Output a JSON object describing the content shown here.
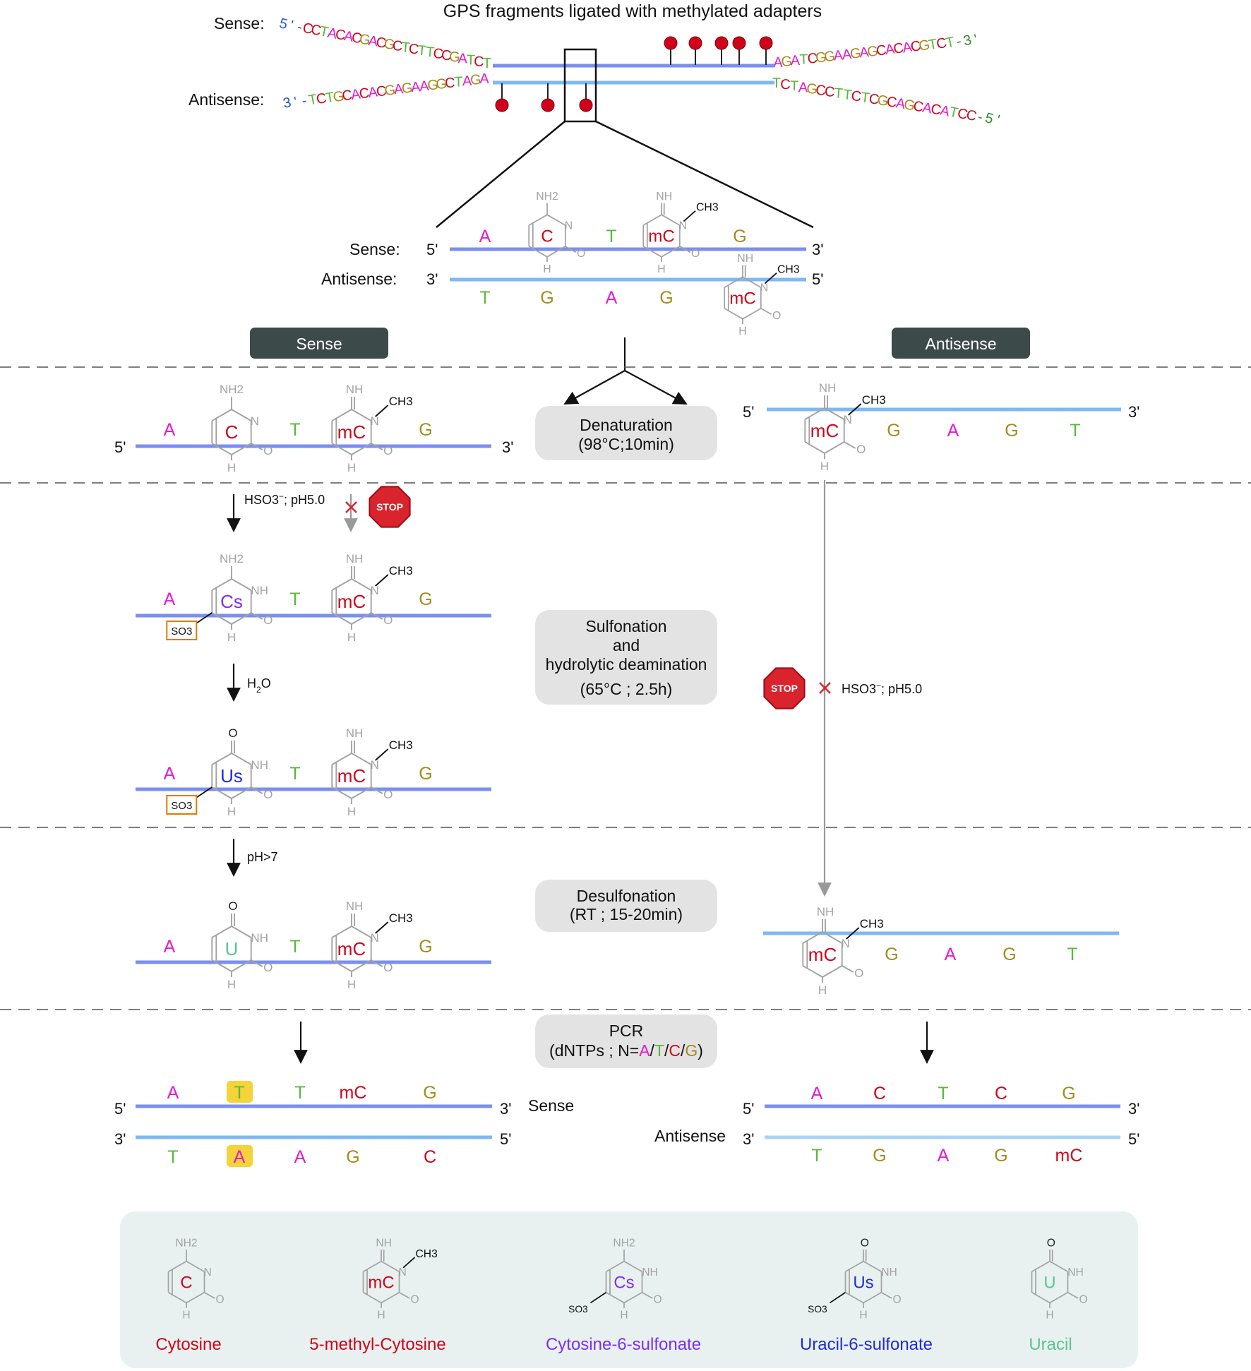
{
  "title": "GPS fragments ligated with methylated adapters",
  "top": {
    "sense_label": "Sense:",
    "antisense_label": "Antisense:",
    "left_sense_seq": "5'-CCTACACGACGCTCTTCCGATCT",
    "left_antisense_seq": "3'-TCTGCACACGAGAAGGCTAGA",
    "right_sense_seq": "AGATCGGAAGAGCACACGTCT-3'",
    "right_antisense_seq": "TCTAGCCTTCTCGCAGCACATCC-5'"
  },
  "zoom": {
    "sense_label": "Sense:",
    "antisense_label": "Antisense:",
    "five": "5'",
    "three": "3'",
    "sense_bases": [
      "A",
      "C",
      "T",
      "mC",
      "G"
    ],
    "antisense_bases": [
      "T",
      "G",
      "A",
      "G",
      "mC"
    ]
  },
  "chem": {
    "nh2": "NH2",
    "nh": "NH",
    "n": "N",
    "h": "H",
    "o": "O",
    "ch3": "CH3",
    "so3": "SO3"
  },
  "badges": {
    "sense": "Sense",
    "antisense": "Antisense"
  },
  "steps": {
    "denaturation": {
      "line1": "Denaturation",
      "line2": "(98°C;10min)"
    },
    "sulfonation": {
      "line1": "Sulfonation",
      "line2": "and",
      "line3": "hydrolytic deamination",
      "line4": "(65°C ; 2.5h)"
    },
    "desulfonation": {
      "line1": "Desulfonation",
      "line2": "(RT ; 15-20min)"
    },
    "pcr": {
      "line1": "PCR",
      "line2_prefix": "(dNTPs ; N=",
      "line2_suffix": ")",
      "n_bases": [
        "A",
        "T",
        "C",
        "G"
      ]
    }
  },
  "conditions": {
    "bisulfite": "HSO3",
    "bisulfite_ph": "; pH5.0",
    "water": "H2O",
    "alkaline": "pH>7"
  },
  "stop_sign": "STOP",
  "sense_rows": {
    "denat": [
      "A",
      "C",
      "T",
      "mC",
      "G"
    ],
    "sulf": [
      "A",
      "Cs",
      "T",
      "mC",
      "G"
    ],
    "deam": [
      "A",
      "Us",
      "T",
      "mC",
      "G"
    ],
    "desulf": [
      "A",
      "U",
      "T",
      "mC",
      "G"
    ]
  },
  "antisense_rows": {
    "denat": [
      "mC",
      "G",
      "A",
      "G",
      "T"
    ],
    "desulf": [
      "mC",
      "G",
      "A",
      "G",
      "T"
    ]
  },
  "pcr_result": {
    "left_top": [
      "A",
      "T",
      "T",
      "mC",
      "G"
    ],
    "left_bottom": [
      "T",
      "A",
      "A",
      "G",
      "C"
    ],
    "right_top": [
      "A",
      "C",
      "T",
      "C",
      "G"
    ],
    "right_bottom": [
      "T",
      "G",
      "A",
      "G",
      "mC"
    ],
    "sense_label": "Sense",
    "antisense_label": "Antisense"
  },
  "legend": [
    {
      "symbol": "C",
      "name": "Cytosine",
      "color": "#d0021b"
    },
    {
      "symbol": "mC",
      "name": "5-methyl-Cytosine",
      "color": "#d0021b"
    },
    {
      "symbol": "Cs",
      "name": "Cytosine-6-sulfonate",
      "color": "#7b2ff7"
    },
    {
      "symbol": "Us",
      "name": "Uracil-6-sulfonate",
      "color": "#1f2bd6"
    },
    {
      "symbol": "U",
      "name": "Uracil",
      "color": "#5cc396"
    }
  ],
  "colors": {
    "A": "#e619d2",
    "T": "#57b93b",
    "C": "#d0021b",
    "G": "#a58b1a",
    "Cs": "#7b2ff7",
    "Us": "#1f2bd6",
    "U": "#5cc396",
    "seq_blue": "#2452d6",
    "seq_green": "#2e8a2e",
    "sense_strand": "#7b8ff0",
    "antisense_strand": "#7fb8f2",
    "highlight": "#f5d33a",
    "box_fill": "#e3e3e3",
    "badge_fill": "#3d4a4a",
    "legend_fill": "#e8f1ef",
    "stop_red": "#d9232d"
  }
}
